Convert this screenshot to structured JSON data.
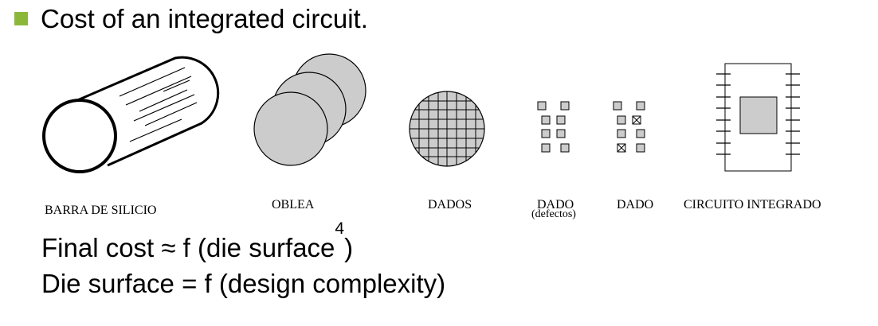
{
  "header": {
    "title": "Cost of an integrated circuit.",
    "bullet_color": "#8cb83a"
  },
  "stages": [
    {
      "label": "BARRA DE SILICIO",
      "icon": "silicon-ingot-icon"
    },
    {
      "label": "OBLEA",
      "icon": "wafer-icon"
    },
    {
      "label": "DADOS",
      "icon": "diced-wafer-icon"
    },
    {
      "label": "DADO",
      "sublabel": "(defectos)",
      "icon": "die-defects-icon"
    },
    {
      "label": "DADO",
      "icon": "die-good-icon"
    },
    {
      "label": "CIRCUITO INTEGRADO",
      "icon": "integrated-circuit-icon"
    }
  ],
  "formulas": {
    "line1_prefix": "Final cost ≈ f (die surface",
    "line1_exponent": "4",
    "line1_suffix": ")",
    "line2": "Die surface = f (design complexity)"
  },
  "colors": {
    "fill_gray": "#cccccc",
    "stroke": "#000000"
  }
}
